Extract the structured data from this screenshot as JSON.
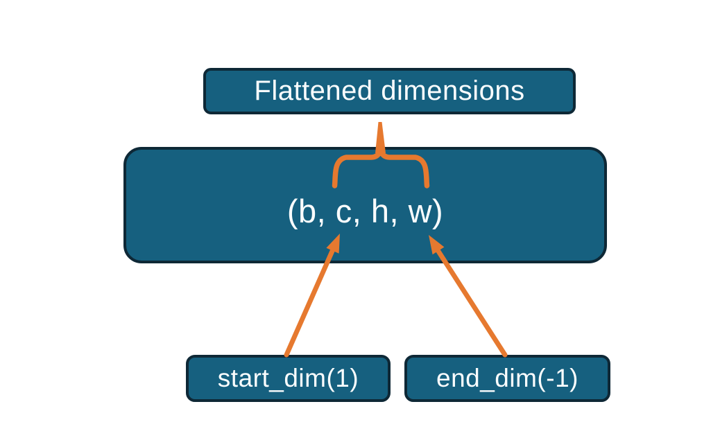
{
  "diagram": {
    "background": "#ffffff",
    "colors": {
      "node_fill": "#16607f",
      "node_border": "#0e2836",
      "accent_orange": "#e6792f",
      "text": "#fafdfe"
    },
    "nodes": {
      "flattened": {
        "label": "Flattened dimensions"
      },
      "tensor": {
        "label": "(b, c, h, w)"
      },
      "start_dim": {
        "label": "start_dim(1)"
      },
      "end_dim": {
        "label": "end_dim(-1)"
      }
    }
  }
}
